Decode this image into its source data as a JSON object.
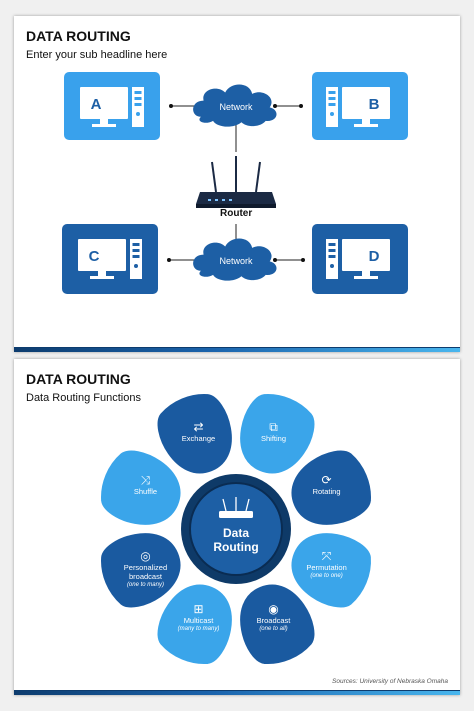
{
  "slide1": {
    "title": "DATA ROUTING",
    "subtitle": "Enter your sub headline here",
    "computers": [
      {
        "label": "A",
        "color": "#39a1ec"
      },
      {
        "label": "B",
        "color": "#39a1ec"
      },
      {
        "label": "C",
        "color": "#1d5fa5"
      },
      {
        "label": "D",
        "color": "#1d5fa5"
      }
    ],
    "cloud_top_label": "Network",
    "cloud_bottom_label": "Network",
    "router_label": "Router"
  },
  "slide2": {
    "title": "DATA ROUTING",
    "subtitle": "Data Routing Functions",
    "center_label_line1": "Data",
    "center_label_line2": "Routing",
    "functions": [
      {
        "label": "Exchange",
        "note": "",
        "icon": "exchange-icon",
        "color": "#1a5aa0"
      },
      {
        "label": "Shifting",
        "note": "",
        "icon": "shifting-icon",
        "color": "#3aa5ea"
      },
      {
        "label": "Rotating",
        "note": "",
        "icon": "rotating-icon",
        "color": "#1a5aa0"
      },
      {
        "label": "Permutation",
        "note": "(one to one)",
        "icon": "permutation-icon",
        "color": "#3aa5ea"
      },
      {
        "label": "Broadcast",
        "note": "(one to all)",
        "icon": "broadcast-icon",
        "color": "#1a5aa0"
      },
      {
        "label": "Multicast",
        "note": "(many to many)",
        "icon": "multicast-icon",
        "color": "#3aa5ea"
      },
      {
        "label": "Personalized broadcast",
        "note": "(one to many)",
        "icon": "personalized-broadcast-icon",
        "color": "#1a5aa0"
      },
      {
        "label": "Shuffle",
        "note": "",
        "icon": "shuffle-icon",
        "color": "#3aa5ea"
      }
    ],
    "source": "Sources: University of Nebraska Omaha"
  }
}
